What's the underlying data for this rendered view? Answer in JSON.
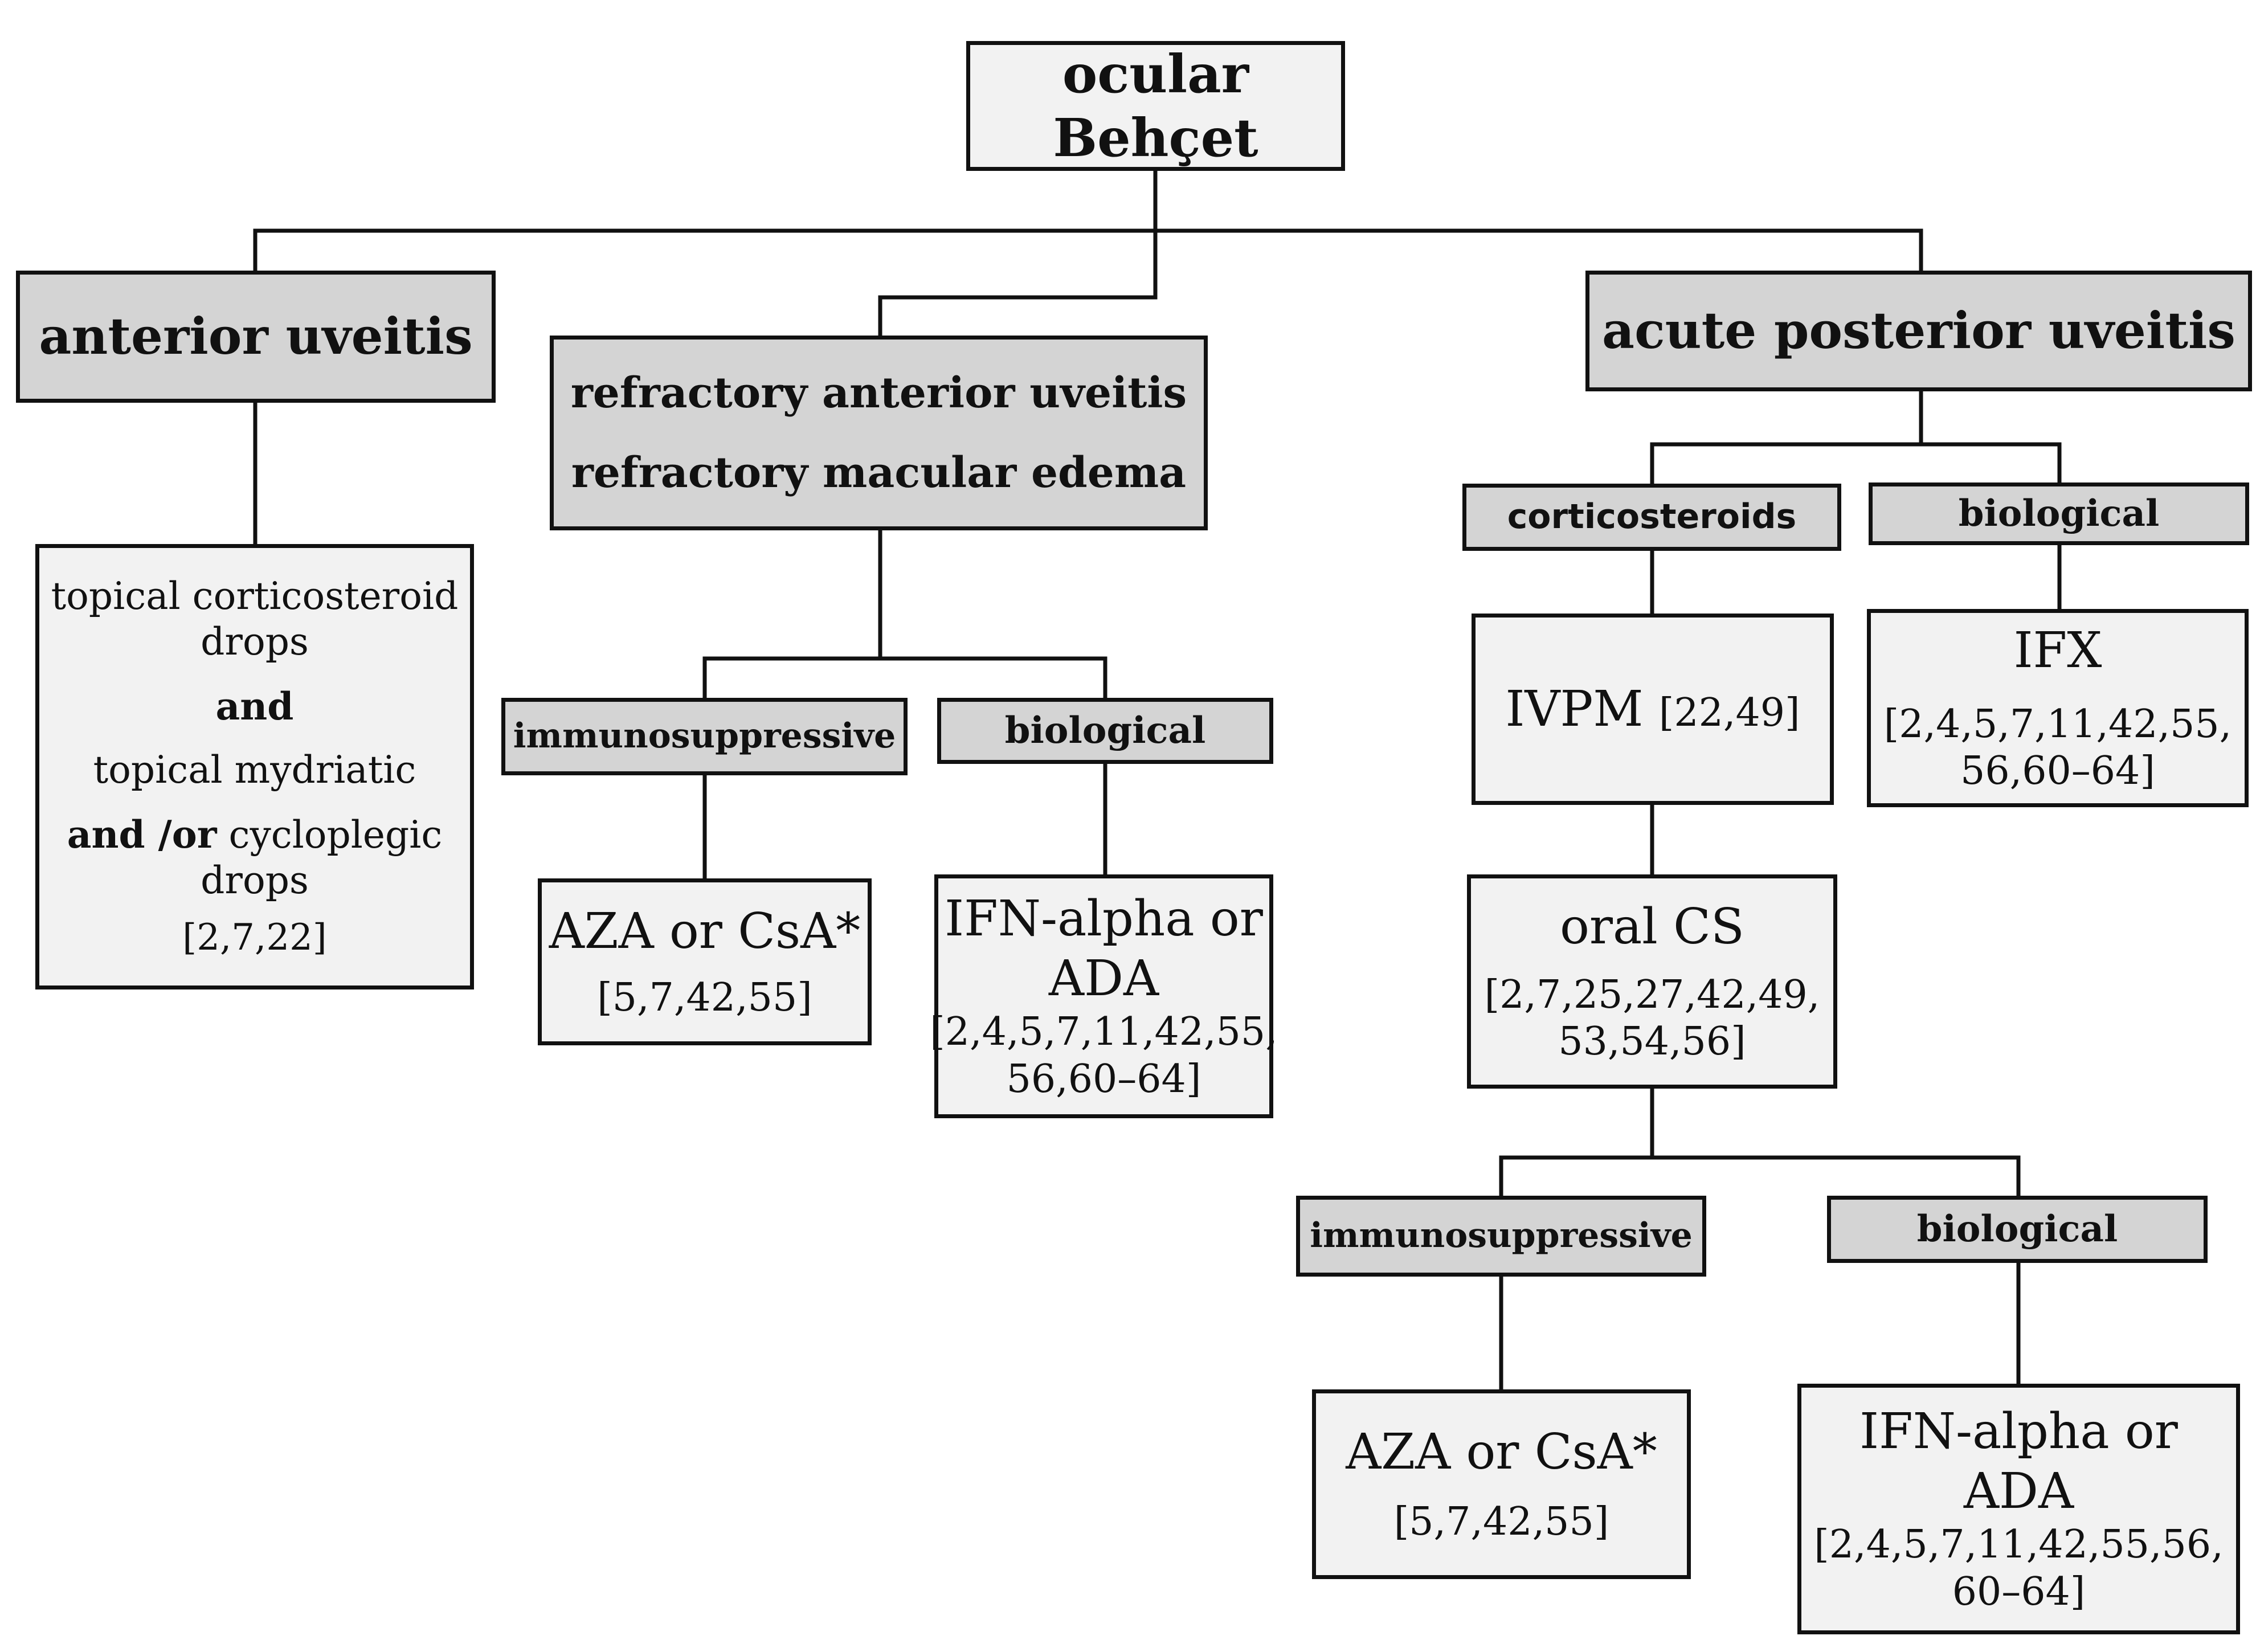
{
  "root": {
    "title": "ocular Behçet"
  },
  "anterior": {
    "title": "anterior uveitis",
    "treatment": {
      "line1": "topical corticosteroid",
      "line2": "drops",
      "and1": "and",
      "line3": "topical mydriatic",
      "and_or": "and /or",
      "line4": "cycloplegic",
      "line5": "drops",
      "refs": "[2,7,22]"
    }
  },
  "refractory": {
    "line1": "refractory anterior uveitis",
    "line2": "refractory macular edema",
    "immuno": {
      "label": "immunosuppressive",
      "drug": "AZA or CsA*",
      "refs": "[5,7,42,55]"
    },
    "bio": {
      "label": "biological",
      "drug1": "IFN-alpha or",
      "drug2": "ADA",
      "refs1": "[2,4,5,7,11,42,55,",
      "refs2": "56,60–64]"
    }
  },
  "posterior": {
    "title": "acute posterior uveitis",
    "cortico": {
      "label": "corticosteroids"
    },
    "bio": {
      "label": "biological",
      "drug": "IFX",
      "refs1": "[2,4,5,7,11,42,55,",
      "refs2": "56,60–64]"
    },
    "ivpm": {
      "drug": "IVPM",
      "refs": "[22,49]"
    },
    "oral": {
      "drug": "oral CS",
      "refs1": "[2,7,25,27,42,49,",
      "refs2": "53,54,56]"
    },
    "immuno2": {
      "label": "immunosuppressive",
      "drug": "AZA or CsA*",
      "refs": "[5,7,42,55]"
    },
    "bio2": {
      "label": "biological",
      "drug1": "IFN-alpha or",
      "drug2": "ADA",
      "refs1": "[2,4,5,7,11,42,55,56,",
      "refs2": "60–64]"
    }
  }
}
